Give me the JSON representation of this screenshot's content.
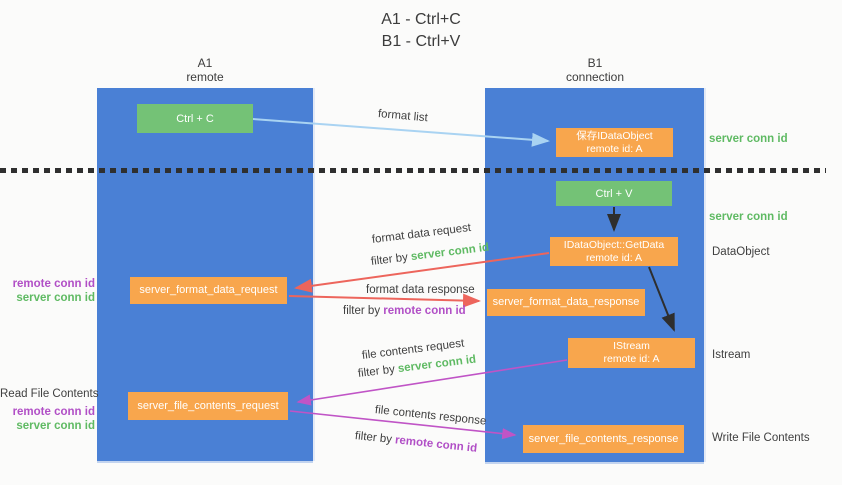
{
  "title": {
    "line1": "A1 - Ctrl+C",
    "line2": "B1 - Ctrl+V"
  },
  "lanes": {
    "left": {
      "name": "A1",
      "role": "remote"
    },
    "right": {
      "name": "B1",
      "role": "connection"
    }
  },
  "nodes": {
    "ctrl_c": {
      "label": "Ctrl + C"
    },
    "ctrl_v": {
      "label": "Ctrl + V"
    },
    "save_idataobject": {
      "line1": "保存IDataObject",
      "line2": "remote id: A"
    },
    "getdata": {
      "line1": "IDataObject::GetData",
      "line2": "remote id: A"
    },
    "istream": {
      "line1": "IStream",
      "line2": "remote id: A"
    },
    "format_request": {
      "label": "server_format_data_request"
    },
    "format_response": {
      "label": "server_format_data_response"
    },
    "file_request": {
      "label": "server_file_contents_request"
    },
    "file_response": {
      "label": "server_file_contents_response"
    }
  },
  "edge_labels": {
    "format_list": "format list",
    "format_data_request": "format data request",
    "format_data_response": "format data response",
    "file_contents_request": "file contents request",
    "file_contents_response": "file contents response",
    "filter_by": "filter by ",
    "server_conn_id": "server conn id",
    "remote_conn_id": "remote conn id"
  },
  "side_labels": {
    "server_conn_id_top": "server conn id",
    "server_conn_id_mid": "server conn id",
    "dataobject": "DataObject",
    "istream": "Istream",
    "write_file_contents": "Write File Contents",
    "read_file_contents": "Read File Contents",
    "remote_conn_id_1": "remote conn id",
    "server_conn_id_1": "server conn id",
    "remote_conn_id_2": "remote conn id",
    "server_conn_id_2": "server conn id"
  },
  "colors": {
    "lane_blue": "#4a80d5",
    "node_green": "#74c276",
    "node_orange": "#f8a64d",
    "arrow_light_blue": "#a9d3f2",
    "arrow_red": "#ed655c",
    "arrow_purple": "#c054c6",
    "arrow_black": "#2e2e2e",
    "label_green": "#5fba63",
    "label_purple": "#b14fc6",
    "text_dark": "#3f3f3f"
  }
}
